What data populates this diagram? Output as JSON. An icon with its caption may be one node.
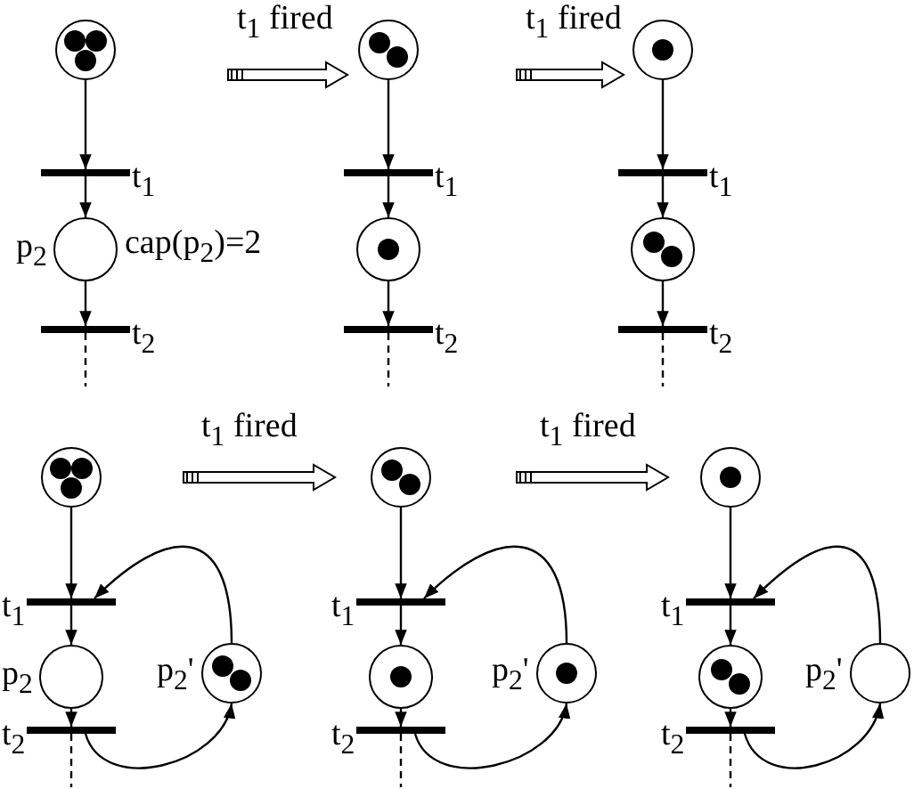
{
  "diagram": {
    "nodes": [
      {
        "text": [],
        "shape": "circle"
      },
      {
        "text": [],
        "shape": "circle",
        "in": 0
      },
      {
        "text": [],
        "shape": "circle",
        "in": 0
      },
      {
        "text": [],
        "shape": "circle",
        "in": 0
      },
      {
        "text": [],
        "shape": "bar",
        "beside": [
          "t$_{1}$"
        ]
      },
      {
        "text": [],
        "shape": "circle",
        "beside": [
          "p$_{2}$",
          "cap(p$_{2}$)=2"
        ]
      },
      {
        "text": [],
        "shape": "bar",
        "beside": [
          "t$_{2}$"
        ]
      },
      {
        "text": [],
        "shape": "circle"
      },
      {
        "text": [],
        "shape": "circle",
        "in": 7
      },
      {
        "text": [],
        "shape": "circle",
        "in": 7
      },
      {
        "text": [],
        "shape": "bar",
        "beside": [
          "t$_{1}$"
        ]
      },
      {
        "text": [],
        "shape": "circle"
      },
      {
        "text": [],
        "shape": "circle",
        "in": 11
      },
      {
        "text": [],
        "shape": "bar",
        "beside": [
          "t$_{2}$"
        ]
      },
      {
        "text": [],
        "shape": "circle"
      },
      {
        "text": [],
        "shape": "circle",
        "in": 14
      },
      {
        "text": [],
        "shape": "bar",
        "beside": [
          "t$_{1}$"
        ]
      },
      {
        "text": [],
        "shape": "circle"
      },
      {
        "text": [],
        "shape": "circle",
        "in": 17
      },
      {
        "text": [],
        "shape": "circle",
        "in": 17
      },
      {
        "text": [],
        "shape": "bar",
        "beside": [
          "t$_{2}$"
        ]
      },
      {
        "text": [],
        "shape": "circle"
      },
      {
        "text": [],
        "shape": "circle",
        "in": 21
      },
      {
        "text": [],
        "shape": "circle",
        "in": 21
      },
      {
        "text": [],
        "shape": "circle",
        "in": 21
      },
      {
        "text": [],
        "shape": "bar",
        "beside": [
          "t$_{1}$"
        ]
      },
      {
        "text": [],
        "shape": "circle",
        "beside": [
          "p$_{2}$"
        ]
      },
      {
        "text": [],
        "shape": "circle",
        "beside": [
          "p$_{2}$'"
        ]
      },
      {
        "text": [],
        "shape": "circle",
        "in": 27
      },
      {
        "text": [],
        "shape": "circle",
        "in": 27
      },
      {
        "text": [],
        "shape": "bar",
        "beside": [
          "t$_{2}$"
        ]
      },
      {
        "text": [],
        "shape": "circle"
      },
      {
        "text": [],
        "shape": "circle",
        "in": 31
      },
      {
        "text": [],
        "shape": "circle",
        "in": 31
      },
      {
        "text": [],
        "shape": "bar",
        "beside": [
          "t$_{1}$"
        ]
      },
      {
        "text": [],
        "shape": "circle"
      },
      {
        "text": [],
        "shape": "circle",
        "in": 35
      },
      {
        "text": [],
        "shape": "circle",
        "beside": [
          "p$_{2}$'"
        ]
      },
      {
        "text": [],
        "shape": "circle",
        "in": 37
      },
      {
        "text": [],
        "shape": "bar",
        "beside": [
          "t$_{2}$"
        ]
      },
      {
        "text": [],
        "shape": "circle"
      },
      {
        "text": [],
        "shape": "circle",
        "in": 40
      },
      {
        "text": [],
        "shape": "bar",
        "beside": [
          "t$_{1}$"
        ]
      },
      {
        "text": [],
        "shape": "circle"
      },
      {
        "text": [],
        "shape": "circle",
        "in": 43
      },
      {
        "text": [],
        "shape": "circle",
        "in": 43
      },
      {
        "text": [],
        "shape": "circle",
        "beside": [
          "p$_{2}$'"
        ]
      },
      {
        "text": [],
        "shape": "bar",
        "beside": [
          "t$_{2}$"
        ]
      }
    ],
    "edges": [
      {
        "from": 0,
        "to": 4,
        "arrow": "to"
      },
      {
        "from": 4,
        "to": 5,
        "arrow": "to"
      },
      {
        "from": 5,
        "to": 6,
        "arrow": "to"
      },
      {
        "from": 6,
        "to": null,
        "arrow": "none",
        "style": "dashed"
      },
      {
        "from": 7,
        "to": 10,
        "arrow": "to"
      },
      {
        "from": 10,
        "to": 11,
        "arrow": "to"
      },
      {
        "from": 11,
        "to": 13,
        "arrow": "to"
      },
      {
        "from": 13,
        "to": null,
        "arrow": "none",
        "style": "dashed"
      },
      {
        "from": 14,
        "to": 16,
        "arrow": "to"
      },
      {
        "from": 16,
        "to": 17,
        "arrow": "to"
      },
      {
        "from": 17,
        "to": 20,
        "arrow": "to"
      },
      {
        "from": 20,
        "to": null,
        "arrow": "none",
        "style": "dashed"
      },
      {
        "from": 21,
        "to": 25,
        "arrow": "to"
      },
      {
        "from": 25,
        "to": 26,
        "arrow": "to"
      },
      {
        "from": 26,
        "to": 30,
        "arrow": "to"
      },
      {
        "from": 30,
        "to": null,
        "arrow": "none",
        "style": "dashed"
      },
      {
        "from": 30,
        "to": 27,
        "arrow": "to"
      },
      {
        "from": 27,
        "to": 25,
        "arrow": "to"
      },
      {
        "from": 31,
        "to": 34,
        "arrow": "to"
      },
      {
        "from": 34,
        "to": 35,
        "arrow": "to"
      },
      {
        "from": 35,
        "to": 39,
        "arrow": "to"
      },
      {
        "from": 39,
        "to": null,
        "arrow": "none",
        "style": "dashed"
      },
      {
        "from": 39,
        "to": 37,
        "arrow": "to"
      },
      {
        "from": 37,
        "to": 34,
        "arrow": "to"
      },
      {
        "from": 40,
        "to": 42,
        "arrow": "to"
      },
      {
        "from": 42,
        "to": 43,
        "arrow": "to"
      },
      {
        "from": 43,
        "to": 47,
        "arrow": "to"
      },
      {
        "from": 47,
        "to": null,
        "arrow": "none",
        "style": "dashed"
      },
      {
        "from": 47,
        "to": 46,
        "arrow": "to"
      },
      {
        "from": 46,
        "to": 42,
        "arrow": "to"
      }
    ],
    "labels": [
      "t$_{1}$ fired",
      "t$_{1}$ fired",
      "t$_{1}$ fired",
      "t$_{1}$ fired"
    ]
  }
}
